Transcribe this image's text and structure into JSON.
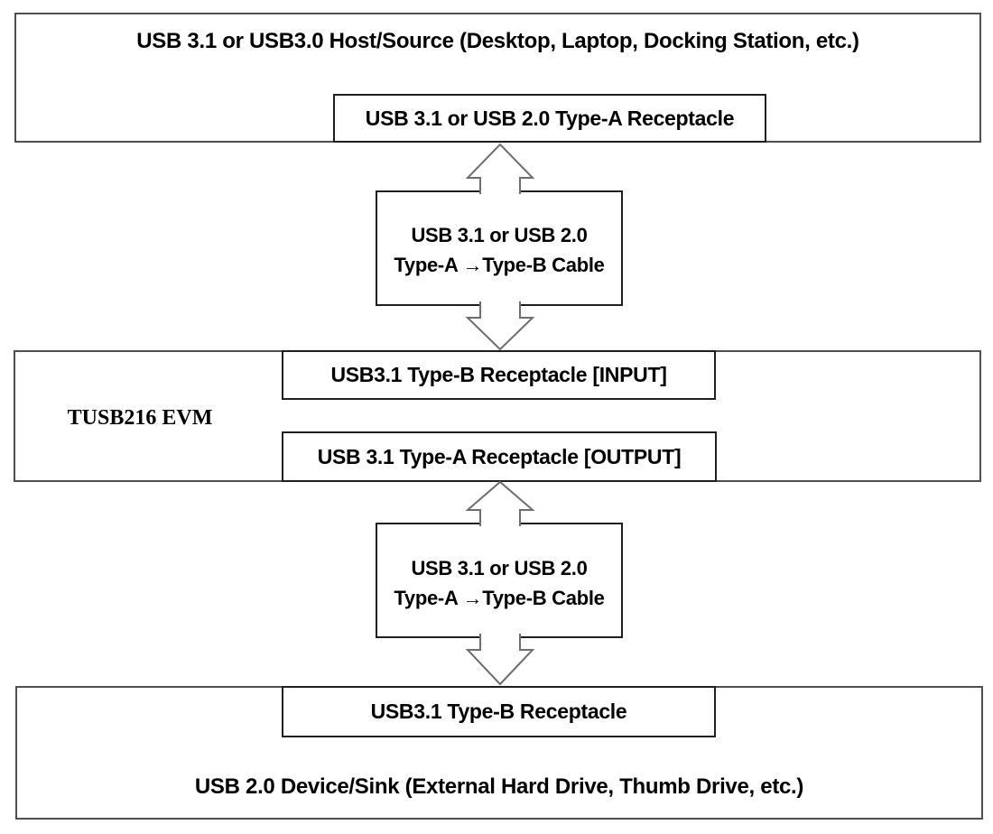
{
  "diagram": {
    "host": {
      "title": "USB 3.1 or USB3.0 Host/Source (Desktop, Laptop, Docking Station, etc.)",
      "receptacle": "USB 3.1 or USB 2.0 Type-A Receptacle"
    },
    "cable_top": {
      "line1": "USB 3.1 or USB 2.0",
      "line2": "Type-A →Type-B Cable"
    },
    "evm": {
      "label": "TUSB216 EVM",
      "input": "USB3.1 Type-B Receptacle [INPUT]",
      "output": "USB 3.1 Type-A Receptacle [OUTPUT]"
    },
    "cable_bottom": {
      "line1": "USB 3.1 or USB 2.0",
      "line2": "Type-A →Type-B Cable"
    },
    "device": {
      "receptacle": "USB3.1 Type-B Receptacle",
      "title": "USB 2.0 Device/Sink (External Hard Drive, Thumb Drive, etc.)"
    },
    "colors": {
      "outer_border": "#4f4f4f",
      "inner_border": "#1f1f1f",
      "arrow_outline": "#6e6e6e",
      "text": "#000000",
      "background": "#ffffff"
    }
  }
}
